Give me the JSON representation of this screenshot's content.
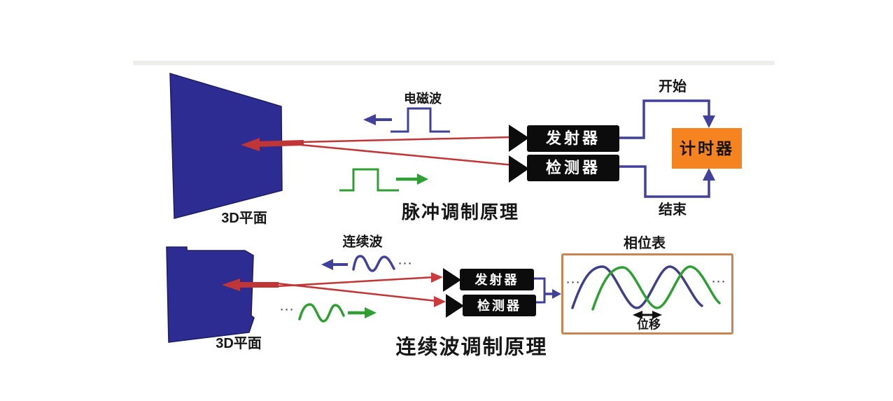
{
  "colors": {
    "target_blue": "#2c2c92",
    "laser_red": "#c03535",
    "signal_green": "#2f9e33",
    "wire_purple": "#41419b",
    "timer_orange": "#f5831f",
    "phase_box_border": "#c8854f",
    "component_black": "#0c0c0c"
  },
  "pulse_diagram": {
    "target_label": "3D平面",
    "em_wave_label": "电磁波",
    "transmitter_label": "发射器",
    "detector_label": "检测器",
    "start_label": "开始",
    "end_label": "结束",
    "timer_label": "计时器",
    "caption": "脉冲调制原理"
  },
  "cw_diagram": {
    "target_label": "3D平面",
    "cw_wave_label": "连续波",
    "transmitter_label": "发射器",
    "detector_label": "检测器",
    "phase_meter_label": "相位表",
    "shift_label": "位移",
    "caption": "连续波调制原理",
    "ellipsis": "···"
  }
}
